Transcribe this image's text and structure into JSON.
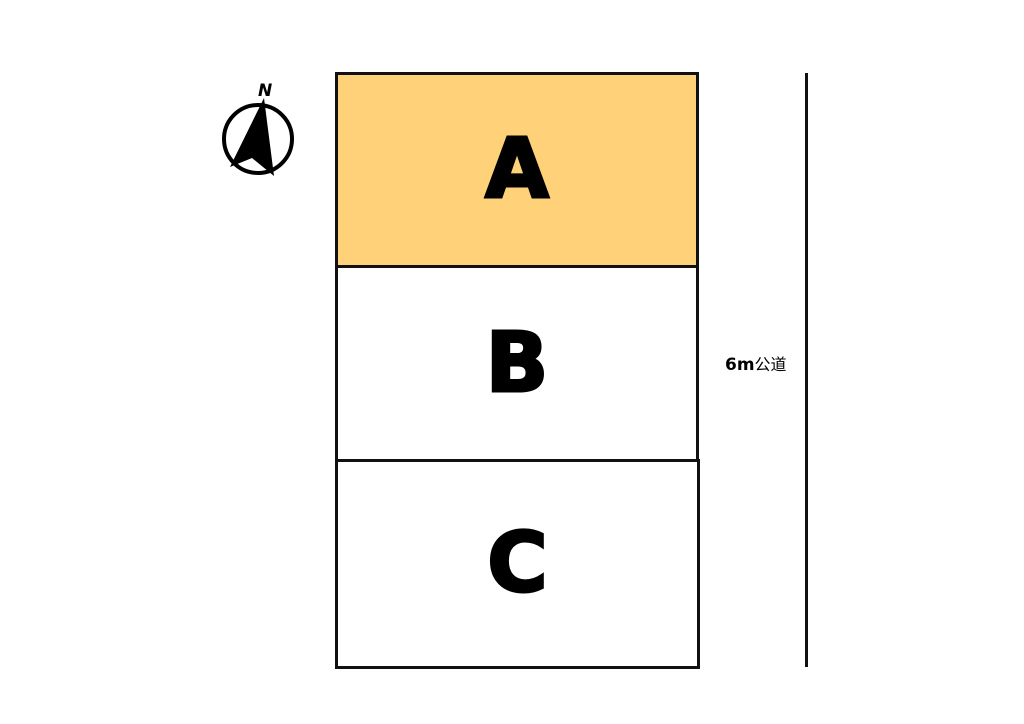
{
  "diagram": {
    "type": "site-plan",
    "lots": [
      {
        "label": "A",
        "fill": "#FFD27A",
        "highlighted": true
      },
      {
        "label": "B",
        "fill": "#FFFFFF",
        "highlighted": false
      },
      {
        "label": "C",
        "fill": "#FFFFFF",
        "highlighted": false
      }
    ],
    "road": {
      "width_label": "6m",
      "type_label": "公道"
    },
    "compass": {
      "direction_label": "N"
    }
  }
}
